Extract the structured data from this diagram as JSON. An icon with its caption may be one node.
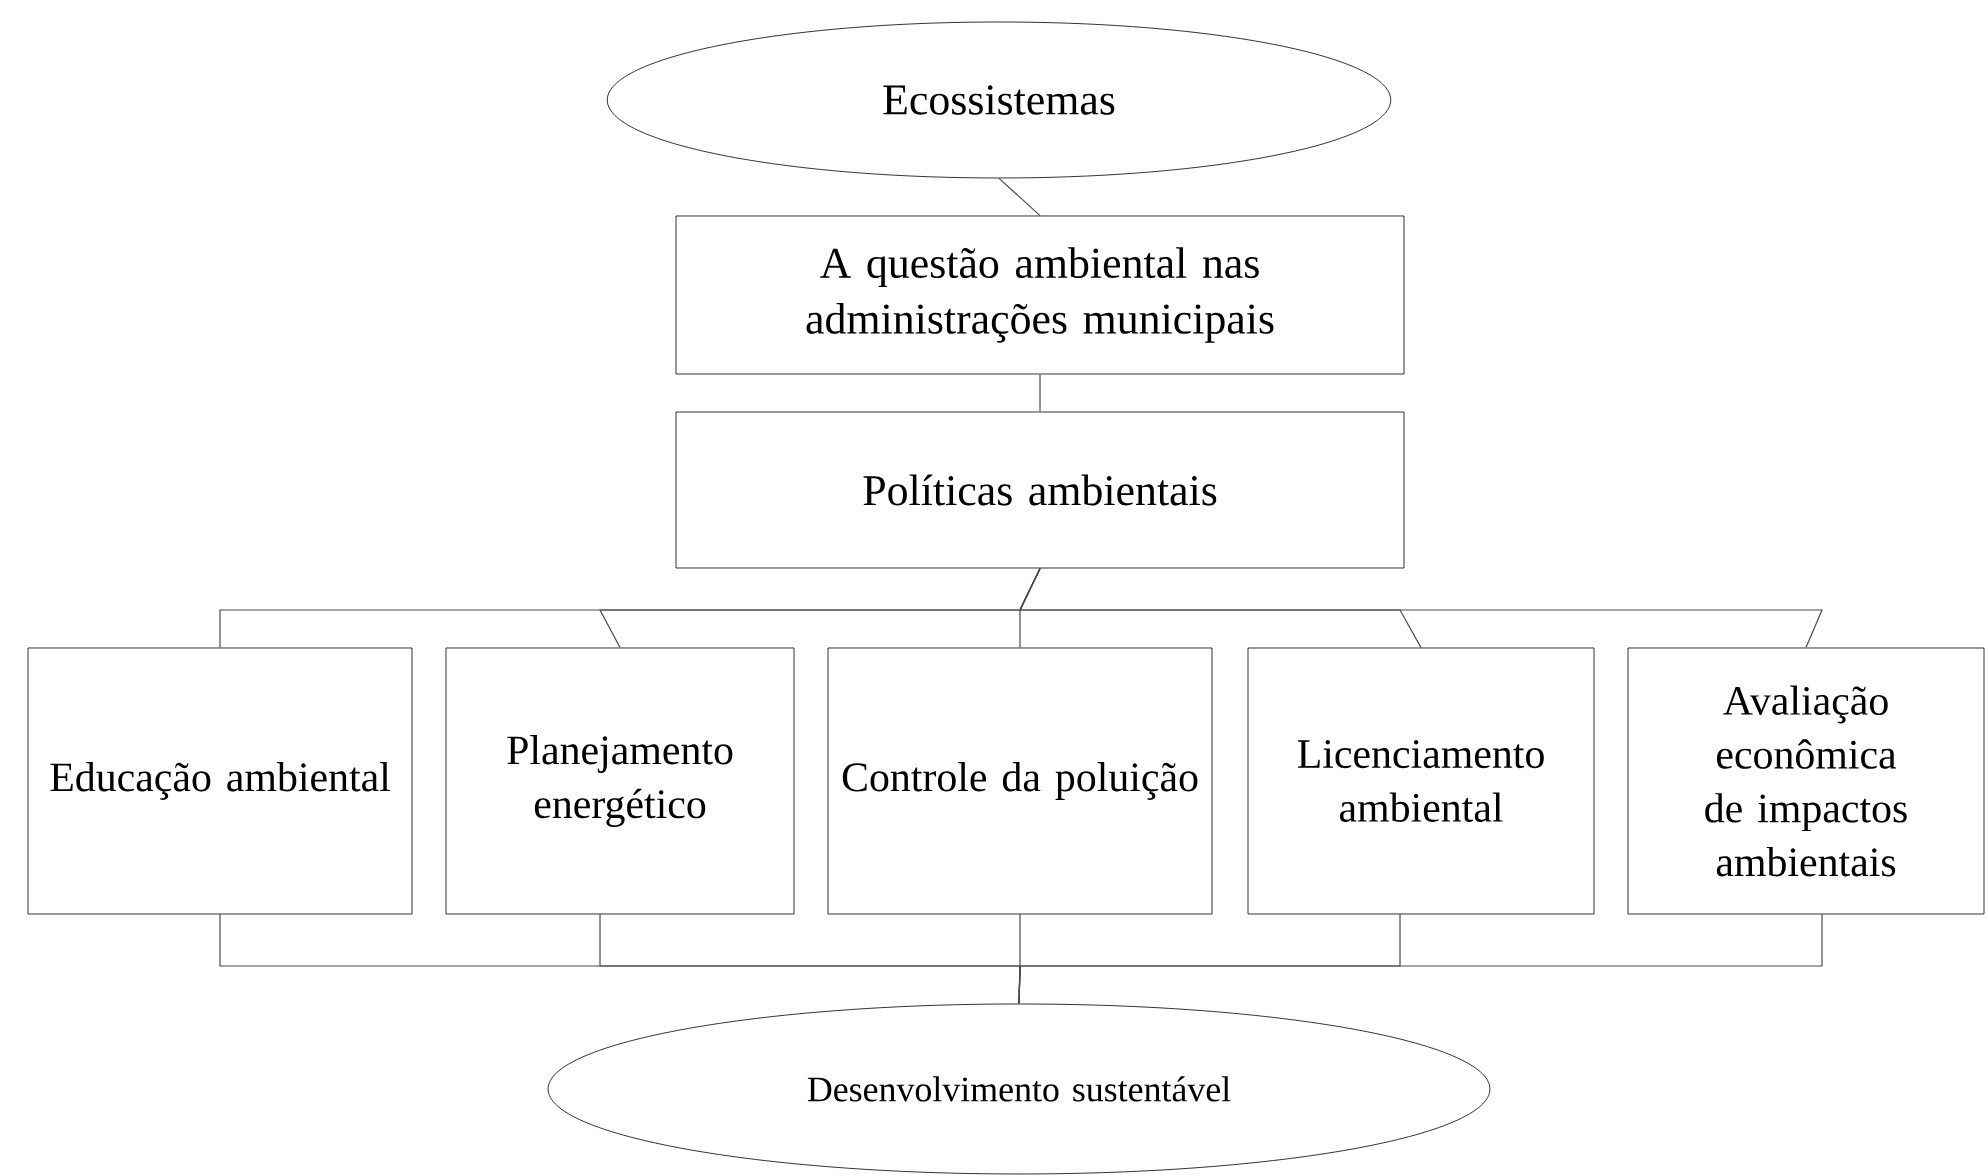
{
  "diagram": {
    "nodes": [
      {
        "text": [
          "Ecossistemas"
        ]
      },
      {
        "text": [
          "A questão ambiental nas administrações municipais"
        ]
      },
      {
        "text": [
          "Políticas ambientais"
        ]
      },
      {
        "text": [
          "Educação ambiental"
        ]
      },
      {
        "text": [
          "Planejamento energético"
        ]
      },
      {
        "text": [
          "Controle da poluição"
        ]
      },
      {
        "text": [
          "Licenciamento ambiental"
        ]
      },
      {
        "text": [
          "Avaliação econômica de impactos ambientais"
        ]
      },
      {
        "text": [
          "Desenvolvimento sustentável"
        ]
      }
    ],
    "edges": [
      {
        "from": 0,
        "to": 1,
        "arrow": "none"
      },
      {
        "from": 1,
        "to": 2,
        "arrow": "none"
      },
      {
        "from": 2,
        "to": 3,
        "arrow": "none"
      },
      {
        "from": 2,
        "to": 4,
        "arrow": "none"
      },
      {
        "from": 2,
        "to": 5,
        "arrow": "none"
      },
      {
        "from": 2,
        "to": 6,
        "arrow": "none"
      },
      {
        "from": 2,
        "to": 7,
        "arrow": "none"
      },
      {
        "from": 3,
        "to": 8,
        "arrow": "none"
      },
      {
        "from": 4,
        "to": 8,
        "arrow": "none"
      },
      {
        "from": 5,
        "to": 8,
        "arrow": "none"
      },
      {
        "from": 6,
        "to": 8,
        "arrow": "none"
      },
      {
        "from": 7,
        "to": 8,
        "arrow": "none"
      }
    ]
  }
}
